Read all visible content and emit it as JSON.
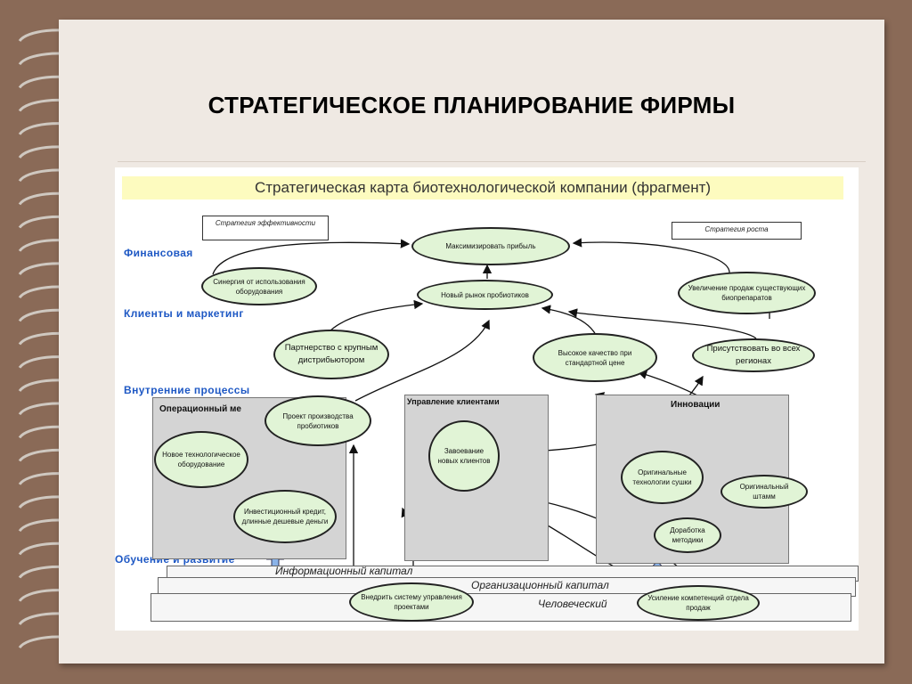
{
  "slide": {
    "title": "СТРАТЕГИЧЕСКОЕ ПЛАНИРОВАНИЕ ФИРМЫ"
  },
  "map": {
    "title": "Стратегическая карта биотехнологической компании (фрагмент)",
    "perspectives": {
      "financial": "Финансовая",
      "clients": "Клиенты и маркетинг",
      "internal": "Внутренние процессы",
      "learning": "Обучение и развитие"
    },
    "strategies": {
      "efficiency": "Стратегия эффективности",
      "growth": "Стратегия роста"
    },
    "boxes": {
      "operations": "Операционный ме",
      "client_mgmt": "Управление клиентами",
      "innovation": "Инновации"
    },
    "nodes": {
      "max_profit": "Максимизировать прибыль",
      "synergy": "Синергия от использования оборудования",
      "sales_increase": "Увеличение продаж существующих биопрепаратов",
      "new_market": "Новый рынок пробиотиков",
      "partnership": "Партнерство с крупным дистрибьютором",
      "high_quality": "Высокое качество при стандартной цене",
      "presence": "Присутствовать во всех регионах",
      "production_project": "Проект производства пробиотиков",
      "new_equipment": "Новое технологическое оборудование",
      "investment_credit": "Инвестиционный кредит, длинные дешевые деньги",
      "win_clients": "Завоевание новых клиентов",
      "drying_tech": "Оригинальные технологии сушки",
      "original_strain": "Оригинальный штамм",
      "method_refine": "Доработка методики",
      "project_system": "Внедрить систему управления проектами",
      "sales_competence": "Усиление компетенций отдела продаж"
    },
    "layers": {
      "information": "Информационный капитал",
      "organizational": "Организационный капитал",
      "human": "Человеческий"
    },
    "colors": {
      "node_fill": "#e1f4d6",
      "perspective_label": "#1e58c4",
      "title_band": "#fdfbbf",
      "arrow_up": "#8ab3e8"
    }
  }
}
